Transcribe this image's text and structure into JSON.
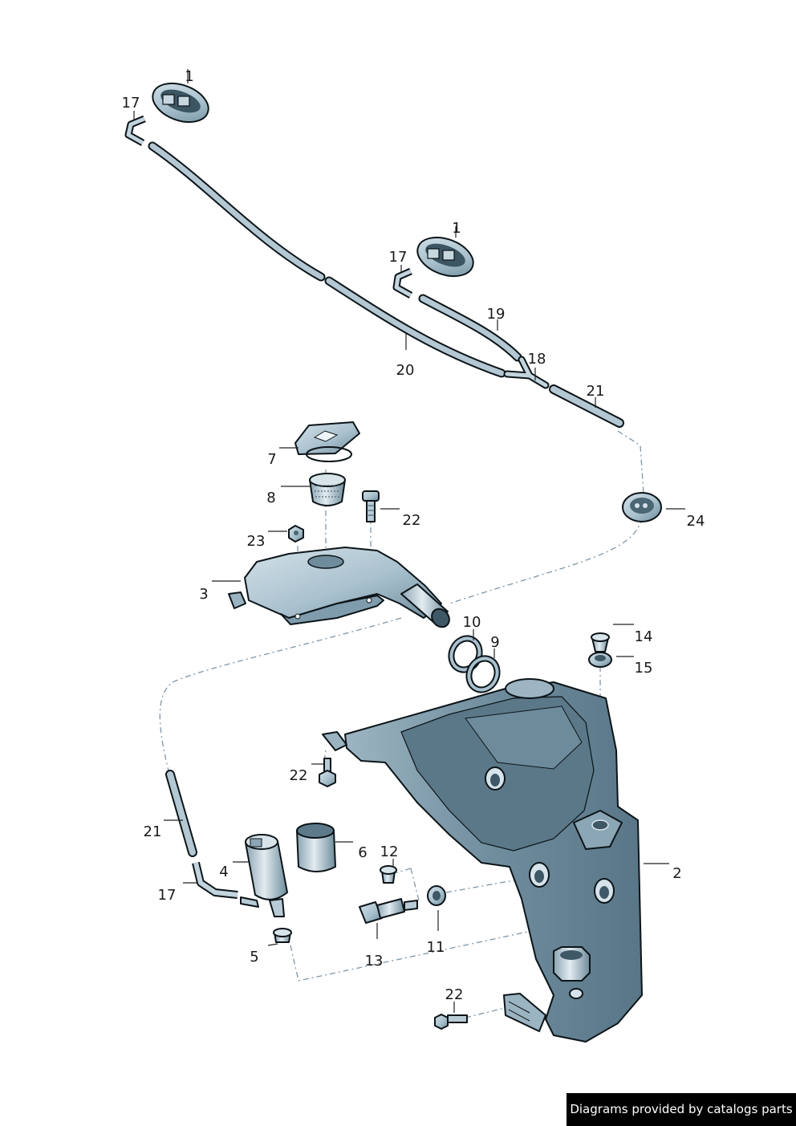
{
  "callouts": [
    {
      "id": "c-1a",
      "text": "1"
    },
    {
      "id": "c-17a",
      "text": "17"
    },
    {
      "id": "c-1b",
      "text": "1"
    },
    {
      "id": "c-17b",
      "text": "17"
    },
    {
      "id": "c-19",
      "text": "19"
    },
    {
      "id": "c-20",
      "text": "20"
    },
    {
      "id": "c-18",
      "text": "18"
    },
    {
      "id": "c-21a",
      "text": "21"
    },
    {
      "id": "c-7",
      "text": "7"
    },
    {
      "id": "c-8",
      "text": "8"
    },
    {
      "id": "c-22a",
      "text": "22"
    },
    {
      "id": "c-24",
      "text": "24"
    },
    {
      "id": "c-23",
      "text": "23"
    },
    {
      "id": "c-3",
      "text": "3"
    },
    {
      "id": "c-10",
      "text": "10"
    },
    {
      "id": "c-9",
      "text": "9"
    },
    {
      "id": "c-14",
      "text": "14"
    },
    {
      "id": "c-15",
      "text": "15"
    },
    {
      "id": "c-22b",
      "text": "22"
    },
    {
      "id": "c-21b",
      "text": "21"
    },
    {
      "id": "c-6",
      "text": "6"
    },
    {
      "id": "c-12",
      "text": "12"
    },
    {
      "id": "c-4",
      "text": "4"
    },
    {
      "id": "c-2",
      "text": "2"
    },
    {
      "id": "c-17c",
      "text": "17"
    },
    {
      "id": "c-5",
      "text": "5"
    },
    {
      "id": "c-11",
      "text": "11"
    },
    {
      "id": "c-13",
      "text": "13"
    },
    {
      "id": "c-22c",
      "text": "22"
    }
  ],
  "footer": {
    "text": "Diagrams provided by catalogs parts"
  },
  "colors": {
    "part_fill": "#b9cdd8",
    "part_shade": "#7f9cad",
    "part_dark": "#4f6b7a",
    "outline": "#0c1418",
    "dash_line": "#7f96a6"
  }
}
